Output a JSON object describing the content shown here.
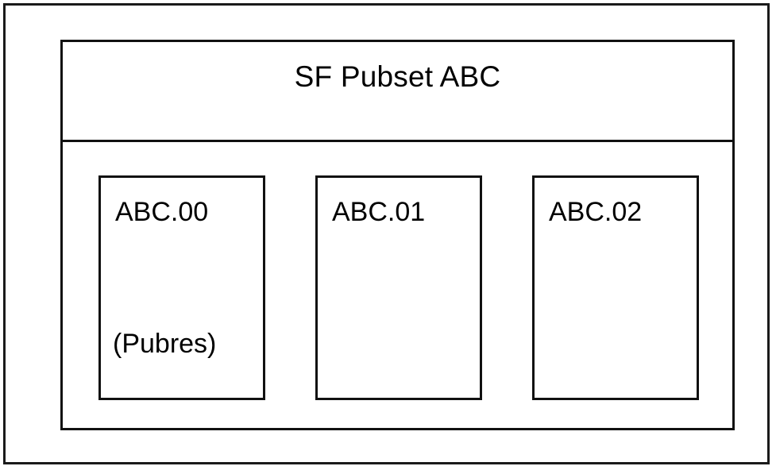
{
  "figure": {
    "background_color": "#ffffff",
    "line_color": "#111111",
    "text_color": "#000000"
  },
  "pubset": {
    "title": "SF Pubset ABC",
    "volumes": [
      {
        "name": "ABC.00",
        "role": "(Pubres)"
      },
      {
        "name": "ABC.01",
        "role": ""
      },
      {
        "name": "ABC.02",
        "role": ""
      }
    ]
  }
}
